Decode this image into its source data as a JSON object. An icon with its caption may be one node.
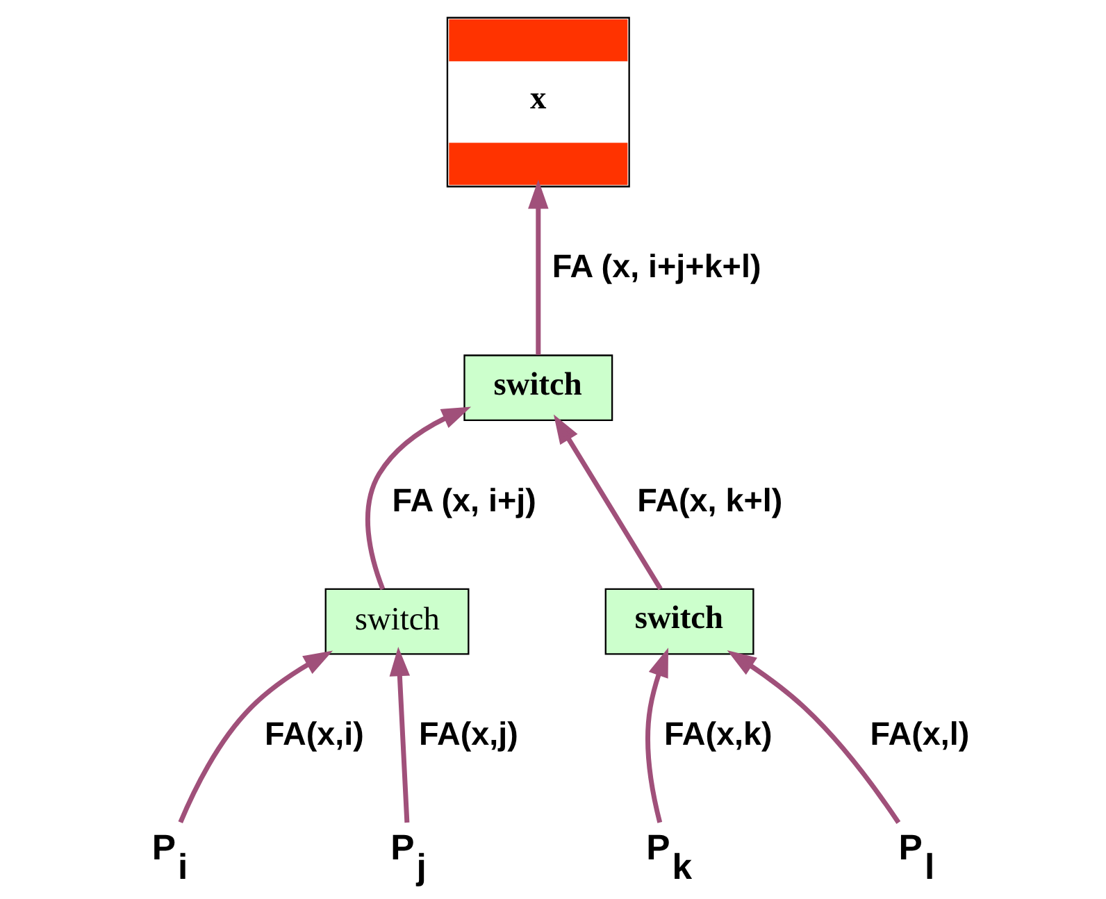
{
  "diagram": {
    "nodes": [
      {
        "text": [
          "x"
        ]
      },
      {
        "text": [
          "switch"
        ]
      },
      {
        "text": [
          "switch"
        ]
      },
      {
        "text": [
          "switch"
        ]
      },
      {
        "text": [
          "P$_{i}$"
        ]
      },
      {
        "text": [
          "P$_{j}$"
        ]
      },
      {
        "text": [
          "P$_{k}$"
        ]
      },
      {
        "text": [
          "P$_{l}$"
        ]
      }
    ],
    "edges": [
      {
        "from": 1,
        "to": 0,
        "arrow": "to",
        "label": "FA (x, i+j+k+l)"
      },
      {
        "from": 2,
        "to": 1,
        "arrow": "to",
        "label": "FA (x, i+j)"
      },
      {
        "from": 3,
        "to": 1,
        "arrow": "to",
        "label": "FA(x, k+l)"
      },
      {
        "from": 4,
        "to": 2,
        "arrow": "to",
        "label": "FA(x,i)"
      },
      {
        "from": 5,
        "to": 2,
        "arrow": "to",
        "label": "FA(x,j)"
      },
      {
        "from": 6,
        "to": 3,
        "arrow": "to",
        "label": "FA(x,k)"
      },
      {
        "from": 7,
        "to": 3,
        "arrow": "to",
        "label": "FA(x,l)"
      }
    ]
  }
}
